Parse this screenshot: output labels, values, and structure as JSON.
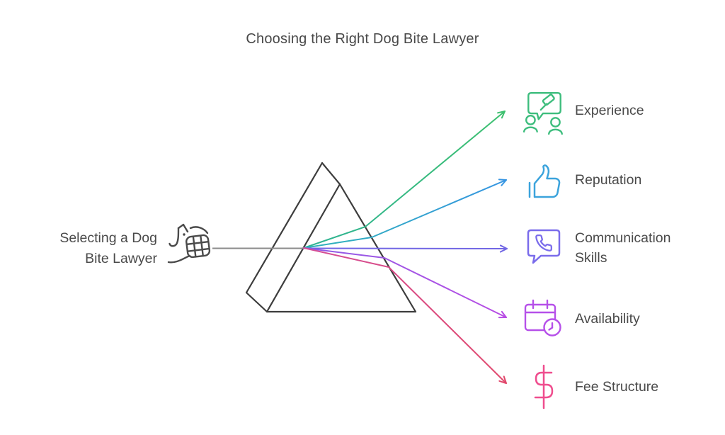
{
  "title": "Choosing the Right Dog Bite Lawyer",
  "source": {
    "label_lines": [
      "Selecting a Dog",
      "Bite Lawyer"
    ],
    "icon": "muzzled-dog-icon"
  },
  "prism": {
    "shape": "triangular-prism",
    "description": "light ray splitting through prism"
  },
  "branches": [
    {
      "label": "Experience",
      "icon": "people-gavel-icon",
      "color": "#3dbd7d"
    },
    {
      "label": "Reputation",
      "icon": "thumbs-up-icon",
      "color": "#3ba3dc"
    },
    {
      "label": "Communication Skills",
      "icon": "speech-bubble-phone-icon",
      "color": "#7a6ceb"
    },
    {
      "label": "Availability",
      "icon": "calendar-clock-icon",
      "color": "#b650e9"
    },
    {
      "label": "Fee Structure",
      "icon": "dollar-sign-icon",
      "color": "#ef4d8e"
    }
  ],
  "colors": {
    "text": "#4a4a4a",
    "input_line": "#8b8b8b",
    "prism_outline": "#3d3d3d"
  }
}
